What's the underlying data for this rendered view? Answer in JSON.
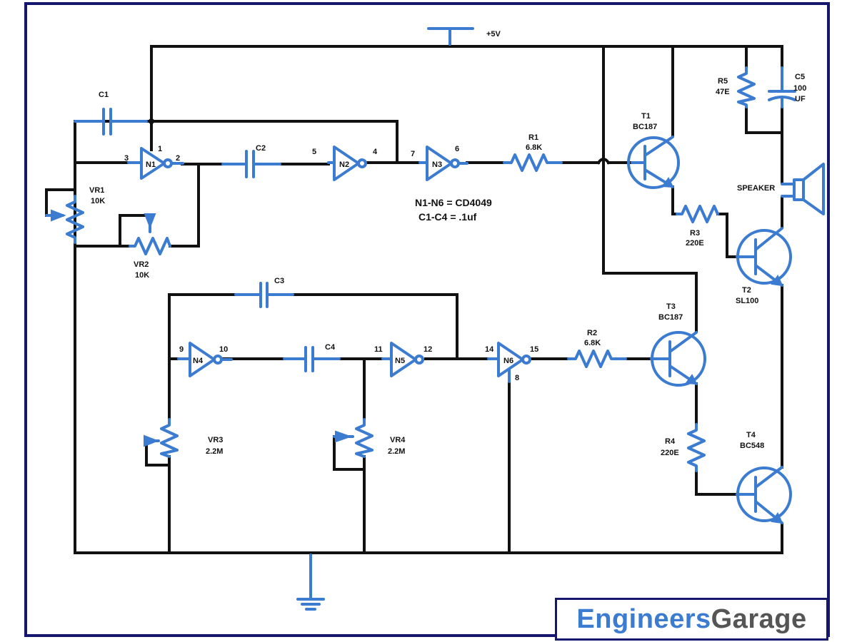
{
  "supply": "+5V",
  "notes": [
    "N1-N6 = CD4049",
    "C1-C4 = .1uf"
  ],
  "speaker_label": "SPEAKER",
  "gates": [
    {
      "name": "N1",
      "in_pin": "3",
      "out_pin": "2"
    },
    {
      "name": "N2",
      "in_pin": "5",
      "out_pin": "4"
    },
    {
      "name": "N3",
      "in_pin": "7",
      "out_pin": "6"
    },
    {
      "name": "N4",
      "in_pin": "9",
      "out_pin": "10"
    },
    {
      "name": "N5",
      "in_pin": "11",
      "out_pin": "12"
    },
    {
      "name": "N6",
      "in_pin": "14",
      "out_pin": "15"
    }
  ],
  "pins": {
    "n1_supply": "1",
    "n6_ground": "8"
  },
  "components": {
    "c1": "C1",
    "c2": "C2",
    "c3": "C3",
    "c4": "C4",
    "c5": "C5",
    "c5_value1": "100",
    "c5_value2": "UF",
    "r1": "R1",
    "r1_value": "6.8K",
    "r2": "R2",
    "r2_value": "6.8K",
    "r3": "R3",
    "r3_value": "220E",
    "r4": "R4",
    "r4_value": "220E",
    "r5": "R5",
    "r5_value": "47E",
    "vr1": "VR1",
    "vr1_value": "10K",
    "vr2": "VR2",
    "vr2_value": "10K",
    "vr3": "VR3",
    "vr3_value": "2.2M",
    "vr4": "VR4",
    "vr4_value": "2.2M",
    "t1": "T1",
    "t1_type": "BC187",
    "t2": "T2",
    "t2_type": "SL100",
    "t3": "T3",
    "t3_type": "BC187",
    "t4": "T4",
    "t4_type": "BC548"
  },
  "logo": {
    "part1": "Engineers",
    "part2": "Garage"
  }
}
